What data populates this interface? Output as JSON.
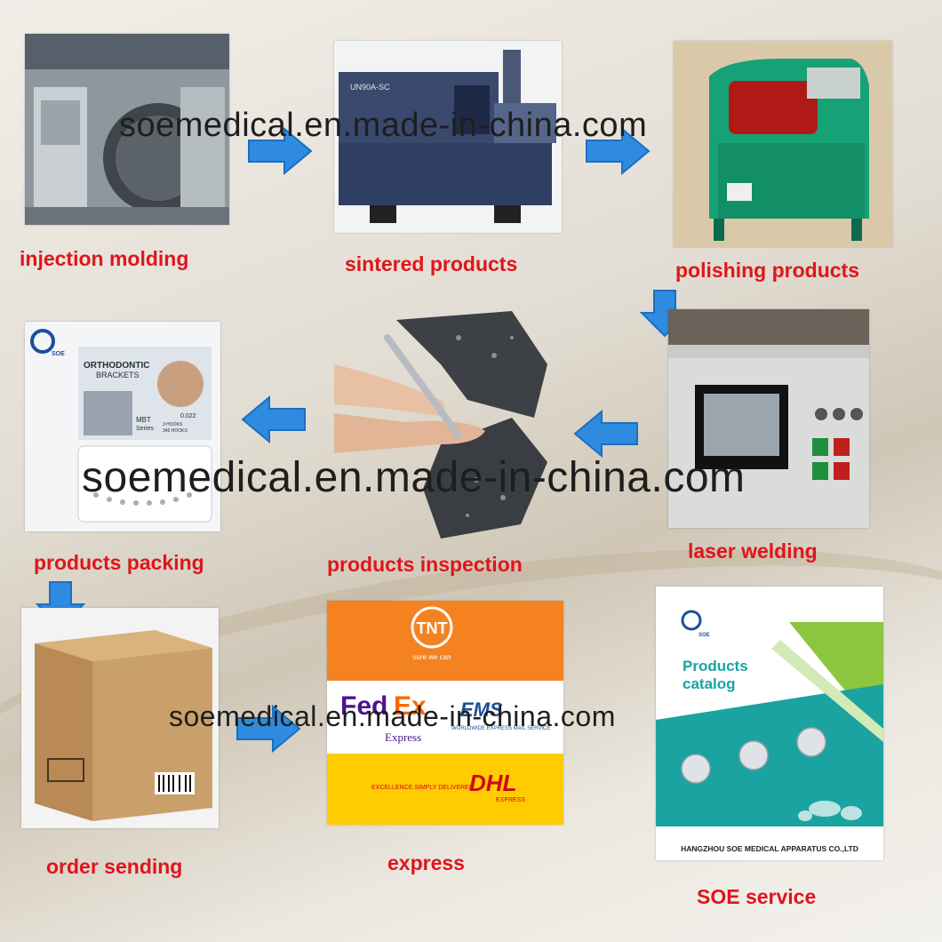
{
  "steps": [
    {
      "label": "injection molding"
    },
    {
      "label": "sintered products"
    },
    {
      "label": "polishing products"
    },
    {
      "label": "products packing"
    },
    {
      "label": "products inspection"
    },
    {
      "label": "laser welding"
    },
    {
      "label": "order sending"
    },
    {
      "label": "express"
    },
    {
      "label": "SOE service"
    }
  ],
  "watermark": "soemedical.en.made-in-china.com",
  "machine_model": "UN90A-SC",
  "packaging": {
    "brand": "SOE",
    "title_line1": "ORTHODONTIC",
    "title_line2": "BRACKETS",
    "system": "MBT",
    "series": "Series",
    "slot": "0.022",
    "hooks1": "3 HOOKS",
    "hooks2": "345 HOOKS"
  },
  "express": {
    "tnt": "TNT",
    "tnt_tag": "sure we can",
    "fedex_fed": "Fed",
    "fedex_ex": "Ex",
    "fedex_express": "Express",
    "ems": "EMS",
    "ems_tag": "WORLDWIDE EXPRESS MAIL SERVICE",
    "dhl": "DHL",
    "dhl_express": "EXPRESS",
    "dhl_slogan": "EXCELLENCE.SIMPLY DELIVERED."
  },
  "catalog": {
    "brand": "SOE",
    "title_line1": "Products",
    "title_line2": "catalog",
    "company": "HANGZHOU SOE MEDICAL APPARATUS CO.,LTD"
  },
  "colors": {
    "label": "#e0151b",
    "arrow": "#2f8be0",
    "catalog_green": "#8cc63f",
    "catalog_teal": "#1aa3a0"
  }
}
